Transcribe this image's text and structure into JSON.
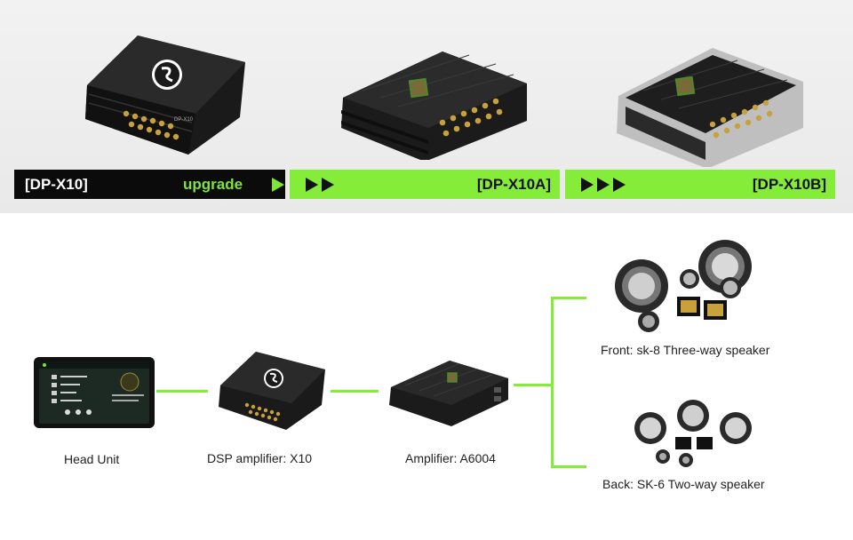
{
  "banners": {
    "x10": {
      "model": "[DP-X10]",
      "upgrade": "upgrade"
    },
    "x10a": {
      "model": "[DP-X10A]"
    },
    "x10b": {
      "model": "[DP-X10B]"
    }
  },
  "diagram": {
    "head_unit": "Head Unit",
    "dsp": "DSP amplifier: X10",
    "amplifier": "Amplifier: A6004",
    "front": "Front: sk-8 Three-way speaker",
    "back": "Back: SK-6 Two-way speaker"
  },
  "colors": {
    "accent_green": "#86ec3a",
    "banner_black": "#0b0b0b"
  }
}
